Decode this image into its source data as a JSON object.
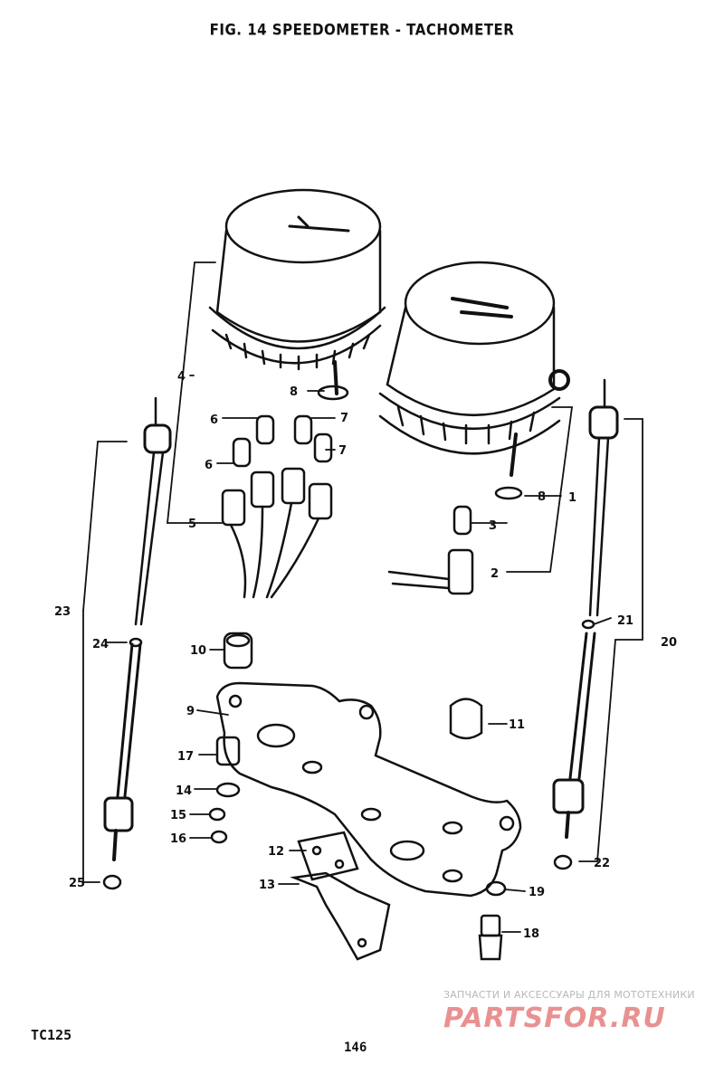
{
  "header": {
    "title": "FIG. 14  SPEEDOMETER - TACHOMETER"
  },
  "footer": {
    "model_code": "TC125",
    "page_number": "146"
  },
  "watermark": {
    "caption": "ЗАПЧАСТИ И АКСЕССУАРЫ ДЛЯ МОТОТЕХНИКИ",
    "logo": "PARTSFOR.RU"
  },
  "callouts": {
    "c1": "1",
    "c2": "2",
    "c3": "3",
    "c4": "4",
    "c5": "5",
    "c6a": "6",
    "c6b": "6",
    "c7a": "7",
    "c7b": "7",
    "c8a": "8",
    "c8b": "8",
    "c9": "9",
    "c10": "10",
    "c11": "11",
    "c12": "12",
    "c13": "13",
    "c14": "14",
    "c15": "15",
    "c16": "16",
    "c17": "17",
    "c18": "18",
    "c19": "19",
    "c20": "20",
    "c21": "21",
    "c22": "22",
    "c23": "23",
    "c24": "24",
    "c25": "25"
  },
  "colors": {
    "ink": "#111111",
    "paper": "#ffffff",
    "watermark_red": "#d73737"
  }
}
